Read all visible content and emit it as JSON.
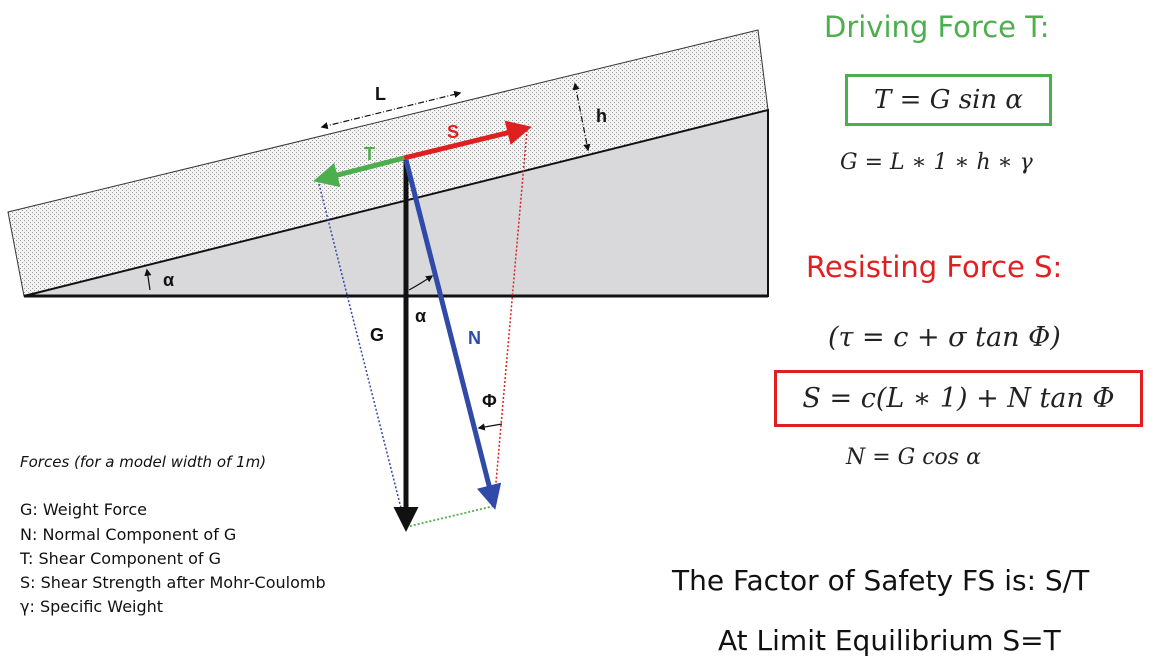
{
  "diagram": {
    "labels": {
      "L": "L",
      "h": "h",
      "S": "S",
      "T": "T",
      "alpha_slope": "α",
      "alpha_force": "α",
      "G": "G",
      "N": "N",
      "Phi": "Φ"
    }
  },
  "colors": {
    "driving_green": "#4cae4c",
    "resisting_red": "#e02020",
    "normal_blue": "#2f4aa8",
    "weight_black": "#111111",
    "slope_fill": "#d9d9db"
  },
  "driving": {
    "heading": "Driving Force T:",
    "boxed_equation": "T = G sin α",
    "weight_equation": "G = L ∗ 1 ∗ h ∗ γ"
  },
  "resisting": {
    "heading": "Resisting Force S:",
    "mohr_coulomb": "(τ = c + σ tan Φ)",
    "boxed_equation": "S = c(L ∗ 1) + N tan Φ",
    "normal_equation": "N = G cos α"
  },
  "legend": {
    "title": "Forces (for a model width of 1m)",
    "items": [
      "G: Weight Force",
      "N: Normal Component of G",
      "T: Shear Component of G",
      "S: Shear Strength after Mohr-Coulomb",
      "γ: Specific Weight"
    ]
  },
  "summary": {
    "factor_of_safety": "The Factor of Safety FS is: S/T",
    "limit_equilibrium": "At Limit Equilibrium S=T"
  }
}
